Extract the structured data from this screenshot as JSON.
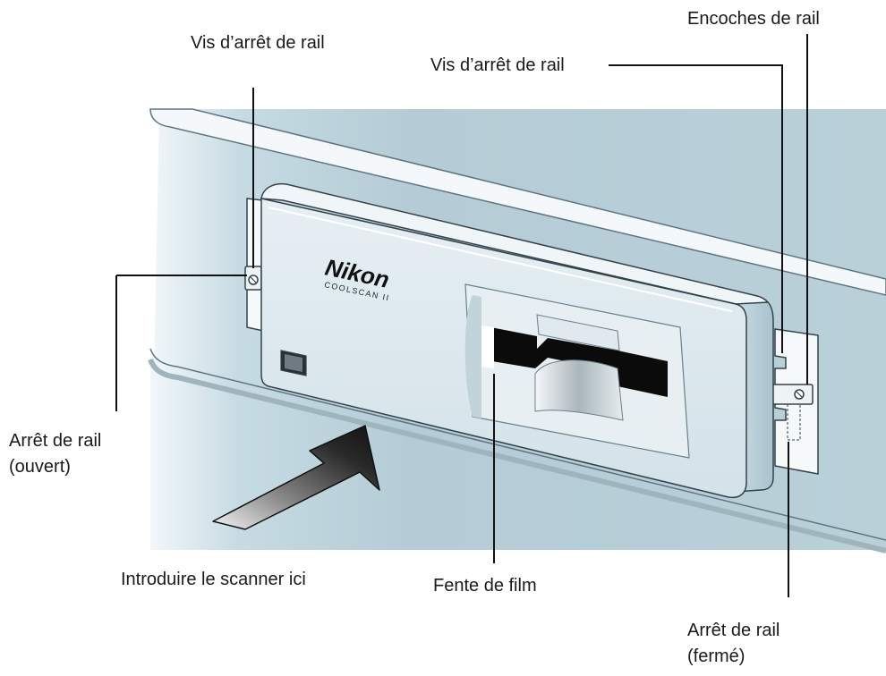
{
  "labels": {
    "screw_left": "Vis d’arrêt  de rail",
    "notches": "Encoches de rail",
    "screw_right": "Vis d’arrêt de rail",
    "stop_open_line1": "Arrêt de rail",
    "stop_open_line2": "(ouvert)",
    "insert": "Introduire le scanner ici",
    "film_slot": "Fente de film",
    "stop_closed_line1": "Arrêt de rail",
    "stop_closed_line2": "(fermé)"
  },
  "device": {
    "brand": "Nikon",
    "model": "COOLSCAN II"
  },
  "colors": {
    "bay": "#b9d0d9",
    "bay_light": "#e8f1f4",
    "device_face": "#dbe8ee",
    "device_side": "#bfd3dc",
    "slot": "#0b0b0b",
    "arrow": "#1c1c1c",
    "leader": "#111111"
  }
}
